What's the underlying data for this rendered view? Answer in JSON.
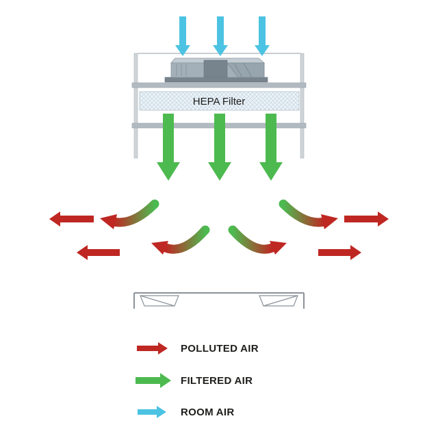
{
  "diagram": {
    "filter_label": "HEPA Filter",
    "legend": [
      {
        "name": "polluted-air",
        "label": "POLLUTED AIR"
      },
      {
        "name": "filtered-air",
        "label": "FILTERED AIR"
      },
      {
        "name": "room-air",
        "label": "ROOM AIR"
      }
    ],
    "colors": {
      "polluted_air": "#bf2722",
      "filtered_air": "#4dba50",
      "room_air": "#4cc3e2",
      "housing_gray": "#b2bac1",
      "wall_gray": "#ced4d8",
      "fan_gray": "#a3b0b9",
      "fan_dark": "#77848e",
      "fan_light": "#c3ccd2",
      "filter_fill": "#eef3f7",
      "filter_hatch": "#ccdde8",
      "outline_gray": "#8a9299",
      "text_color": "#1d1d1b"
    }
  }
}
